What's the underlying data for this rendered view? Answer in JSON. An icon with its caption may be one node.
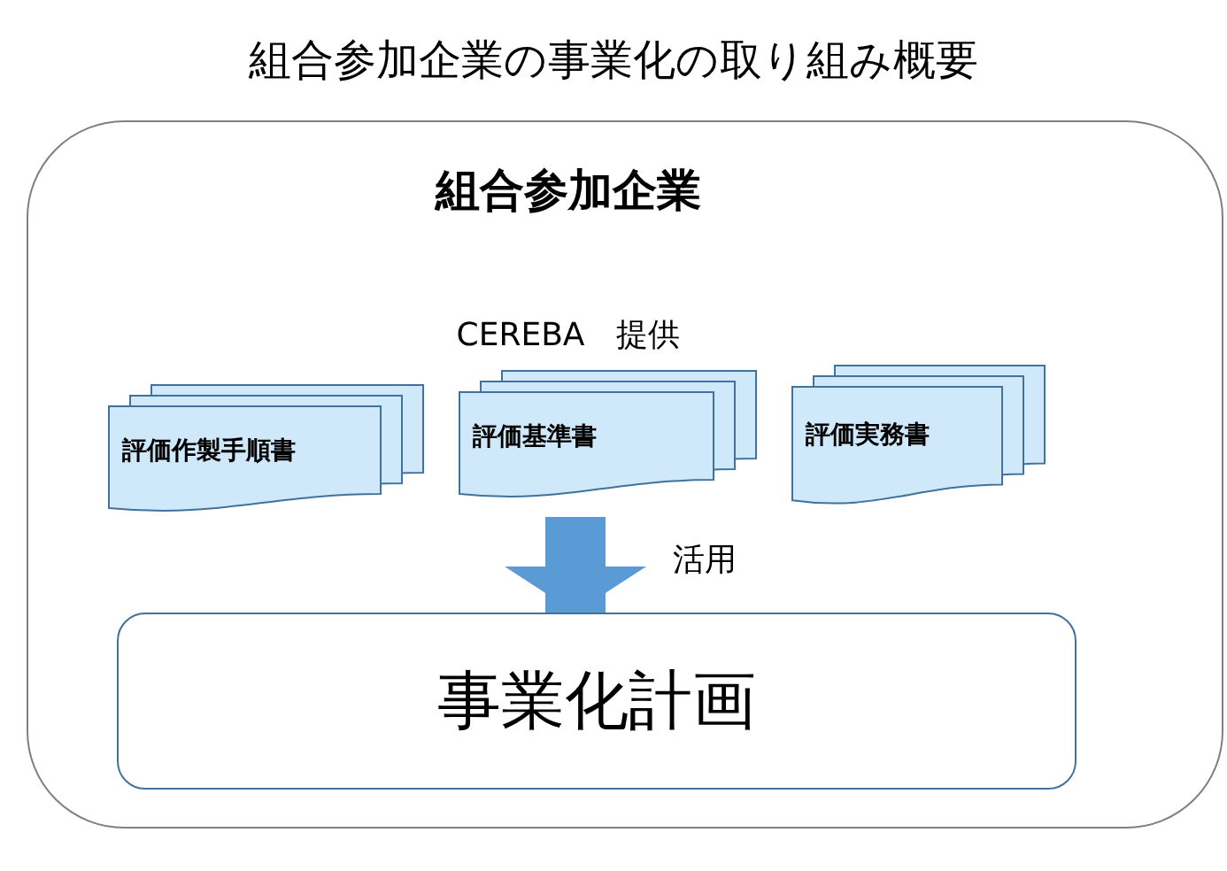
{
  "diagram": {
    "title": "組合参加企業の事業化の取り組み概要",
    "nodes": [
      {
        "text": [
          "組合参加企業"
        ]
      },
      {
        "text": [
          "評価作製手順書"
        ],
        "in": 0
      },
      {
        "text": [
          "評価基準書"
        ],
        "in": 0
      },
      {
        "text": [
          "評価実務書"
        ],
        "in": 0
      },
      {
        "text": [
          "事業化計画"
        ],
        "in": 0
      }
    ],
    "edges": [
      {
        "from": 2,
        "to": 4,
        "arrow": "to",
        "label": "活用"
      }
    ],
    "labels": [
      "CEREBA　提供"
    ]
  }
}
